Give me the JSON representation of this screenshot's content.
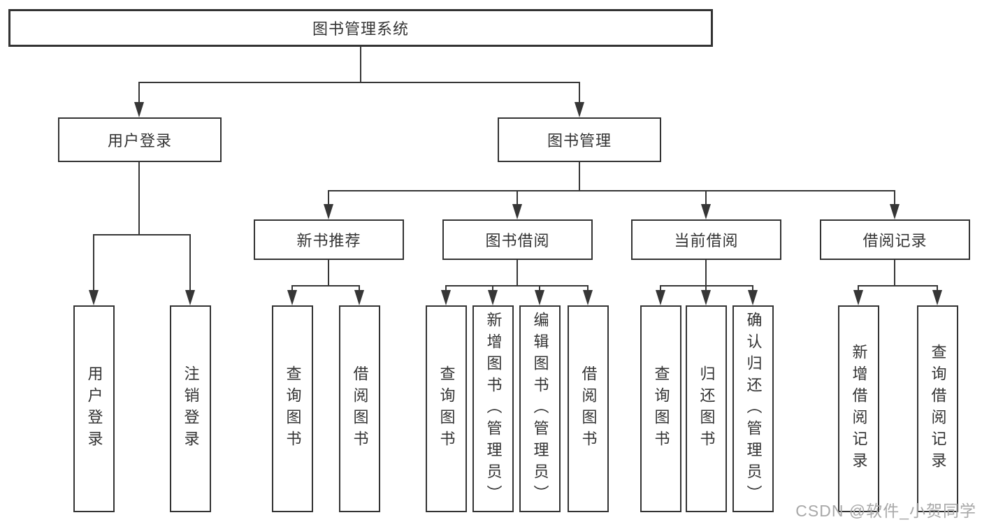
{
  "root": {
    "label": "图书管理系统"
  },
  "level2": [
    {
      "label": "用户登录"
    },
    {
      "label": "图书管理"
    }
  ],
  "level3": [
    {
      "label": "新书推荐",
      "parent": "图书管理"
    },
    {
      "label": "图书借阅",
      "parent": "图书管理"
    },
    {
      "label": "当前借阅",
      "parent": "图书管理"
    },
    {
      "label": "借阅记录",
      "parent": "图书管理"
    }
  ],
  "leaves": [
    {
      "label": "用户登录",
      "parent": "用户登录"
    },
    {
      "label": "注销登录",
      "parent": "用户登录"
    },
    {
      "label": "查询图书",
      "parent": "新书推荐"
    },
    {
      "label": "借阅图书",
      "parent": "新书推荐"
    },
    {
      "label": "查询图书",
      "parent": "图书借阅"
    },
    {
      "label": "新增图书（管理员）",
      "parent": "图书借阅"
    },
    {
      "label": "编辑图书（管理员）",
      "parent": "图书借阅"
    },
    {
      "label": "借阅图书",
      "parent": "图书借阅"
    },
    {
      "label": "查询图书",
      "parent": "当前借阅"
    },
    {
      "label": "归还图书",
      "parent": "当前借阅"
    },
    {
      "label": "确认归还（管理员）",
      "parent": "当前借阅"
    },
    {
      "label": "新增借阅记录",
      "parent": "借阅记录"
    },
    {
      "label": "查询借阅记录",
      "parent": "借阅记录"
    }
  ],
  "watermark": {
    "text": "CSDN @软件_小贺同学"
  },
  "colors": {
    "line": "#363636",
    "border": "#333333",
    "text": "#333333",
    "watermark": "#a8a8a8",
    "background": "#ffffff"
  }
}
